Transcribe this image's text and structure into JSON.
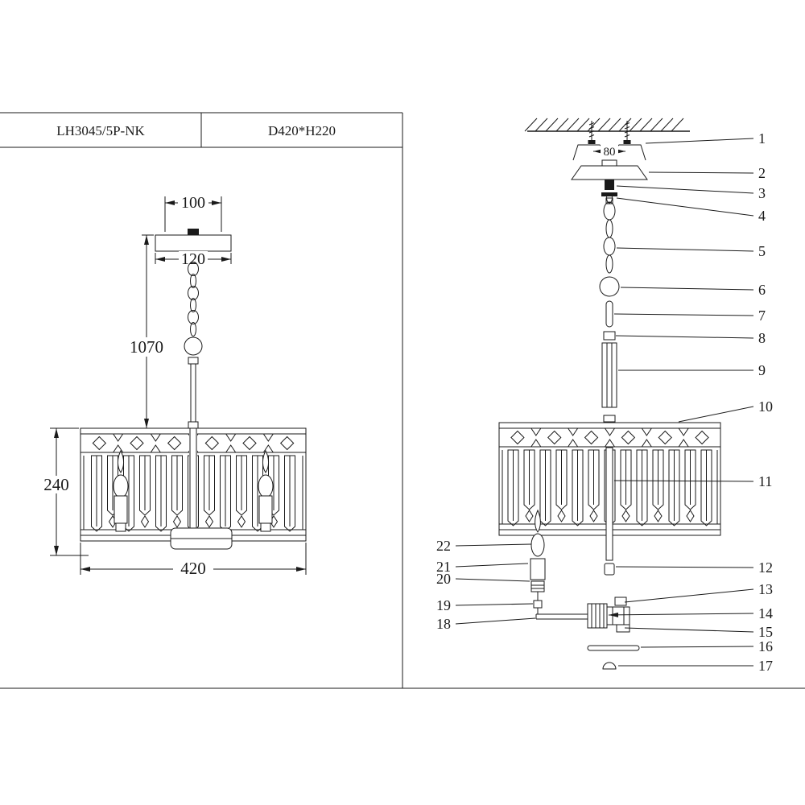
{
  "header": {
    "model": "LH3045/5P-NK",
    "size": "D420*H220"
  },
  "dims": {
    "top_width": "100",
    "canopy_width": "120",
    "hang_height": "1070",
    "shade_height": "240",
    "shade_diameter": "420",
    "screw_spacing": "80"
  },
  "parts_right": [
    "1",
    "2",
    "3",
    "4",
    "5",
    "6",
    "7",
    "8",
    "9",
    "10",
    "11",
    "12",
    "13",
    "14",
    "15",
    "16",
    "17"
  ],
  "parts_left": [
    "22",
    "21",
    "20",
    "19",
    "18"
  ],
  "colors": {
    "line": "#1a1a1a",
    "background": "#ffffff"
  }
}
